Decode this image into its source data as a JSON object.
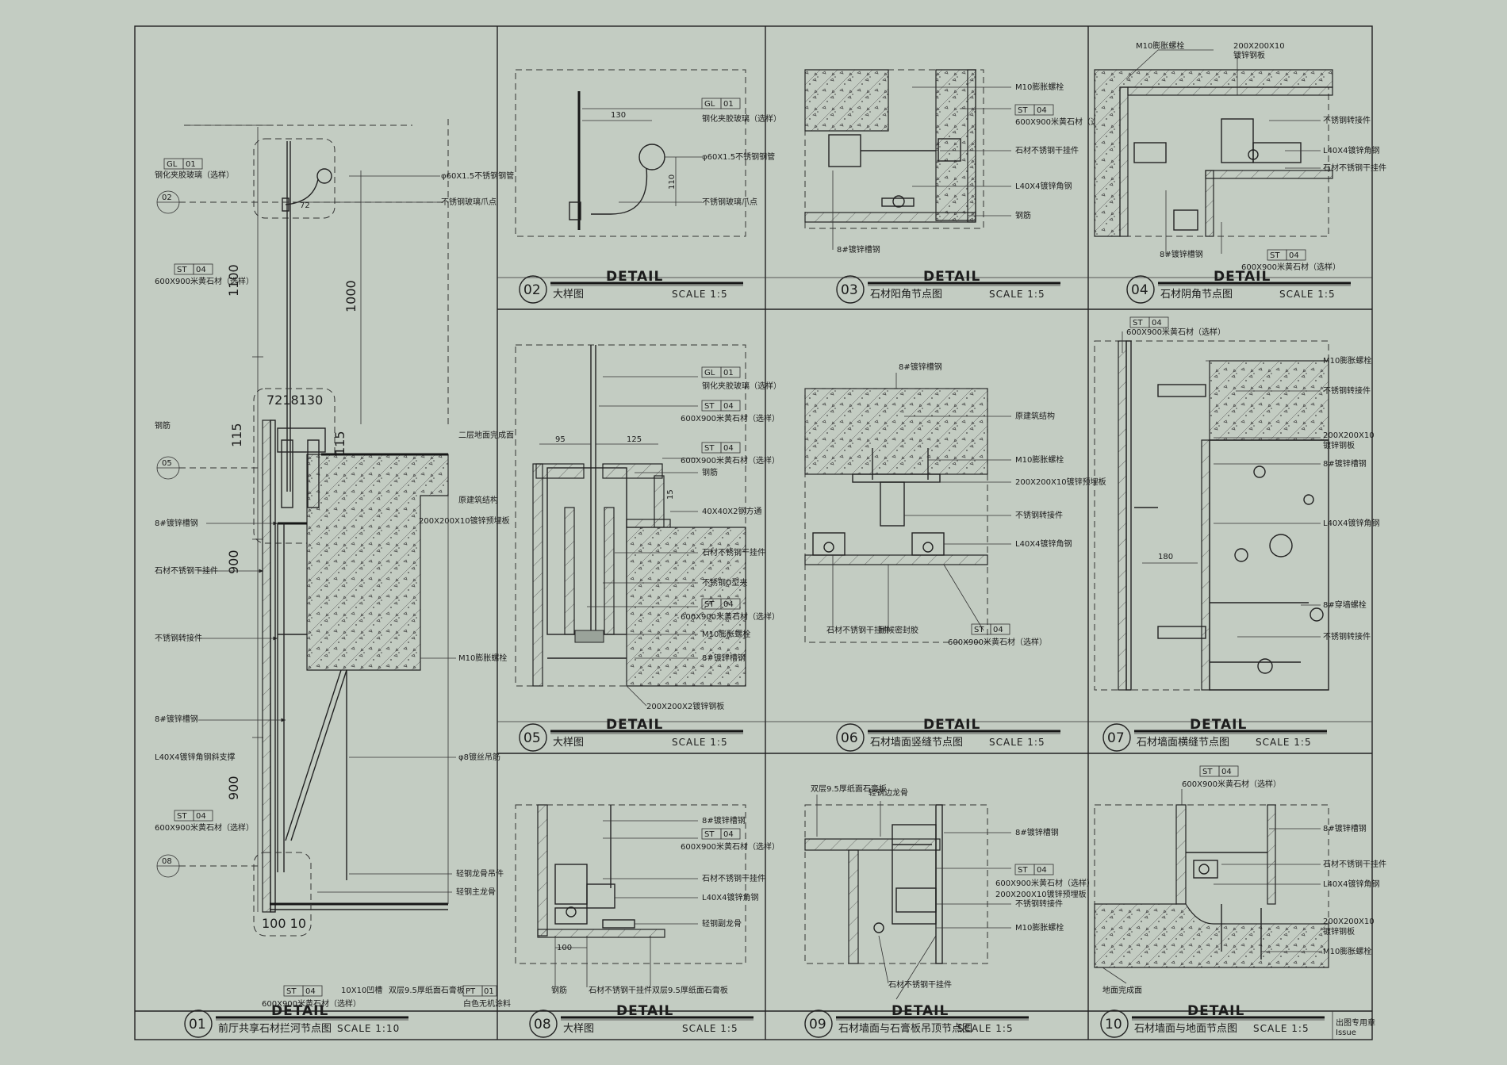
{
  "sheet": {
    "stamp": "出图专用章",
    "stamp_sub": "Issue"
  },
  "panels": [
    {
      "num": "01",
      "detail": "DETAIL",
      "title": "前厅共享石材拦河节点图",
      "scale": "SCALE 1:10"
    },
    {
      "num": "02",
      "detail": "DETAIL",
      "title": "大样图",
      "scale": "SCALE 1:5"
    },
    {
      "num": "03",
      "detail": "DETAIL",
      "title": "石材阳角节点图",
      "scale": "SCALE 1:5"
    },
    {
      "num": "04",
      "detail": "DETAIL",
      "title": "石材阴角节点图",
      "scale": "SCALE 1:5"
    },
    {
      "num": "05",
      "detail": "DETAIL",
      "title": "大样图",
      "scale": "SCALE 1:5"
    },
    {
      "num": "06",
      "detail": "DETAIL",
      "title": "石材墙面竖缝节点图",
      "scale": "SCALE 1:5"
    },
    {
      "num": "07",
      "detail": "DETAIL",
      "title": "石材墙面横缝节点图",
      "scale": "SCALE 1:5"
    },
    {
      "num": "08",
      "detail": "DETAIL",
      "title": "大样图",
      "scale": "SCALE 1:5"
    },
    {
      "num": "09",
      "detail": "DETAIL",
      "title": "石材墙面与石膏板吊顶节点图",
      "scale": "SCALE 1:5"
    },
    {
      "num": "10",
      "detail": "DETAIL",
      "title": "石材墙面与地面节点图",
      "scale": "SCALE 1:5"
    }
  ],
  "tags": {
    "gl": "GL",
    "gl_no": "01",
    "st": "ST",
    "st_no": "04",
    "pt": "PT",
    "pt_no": "01"
  },
  "labels": {
    "glass": "钢化夹胶玻璃（选样）",
    "stone": "600X900米黄石材（选样）",
    "pt": "白色无机涂料",
    "pipe": "φ60X1.5不锈钢钢管",
    "glass_clip": "不锈钢玻璃爪点",
    "rebar": "钢筋",
    "slab_finish": "二层地面完成面",
    "rc": "原建筑结构",
    "plate": "200X200X10镀锌预埋板",
    "plate_a": "200X200X10",
    "plate_b": "镀锌钢板",
    "channel": "8#镀锌槽钢",
    "hanger": "石材不锈钢干挂件",
    "connector": "不锈钢转接件",
    "bolt": "M10膨胀螺栓",
    "brace": "L40X4镀锌角钢斜支撑",
    "angle": "L40X4镀锌角钢",
    "rod": "φ8镀丝吊筋",
    "keel_conn": "轻钢龙骨吊件",
    "main_keel": "轻钢主龙骨",
    "joint": "10X10凹槽",
    "gypsum": "双层9.5厚纸面石膏板",
    "tube": "40X40X2钢方通",
    "u_clip": "不锈钢U型夹",
    "plate2": "200X200X2镀锌钢板",
    "sub_keel": "轻钢副龙骨",
    "gypsum2": "双层9.5厚纸面石膏板",
    "keel_edge": "轻钢边龙骨",
    "seal": "耐候密封胶",
    "wall_bolt": "8#穿墙螺栓",
    "floor_finish": "地面完成面",
    "stone_8": "8#镀锌槽钢"
  },
  "dims": {
    "d1100": "1100",
    "d1000": "1000",
    "d900a": "900",
    "d900b": "900",
    "d115a": "115",
    "d115b": "115",
    "d72": "72",
    "d18": "18",
    "d130": "130",
    "d100": "100",
    "d10": "10",
    "d130b": "130",
    "d110": "110",
    "d95": "95",
    "d125": "125",
    "d15": "15",
    "d180": "180",
    "d100b": "100"
  },
  "axes": {
    "a02": "02",
    "a05": "05",
    "a08": "08"
  }
}
